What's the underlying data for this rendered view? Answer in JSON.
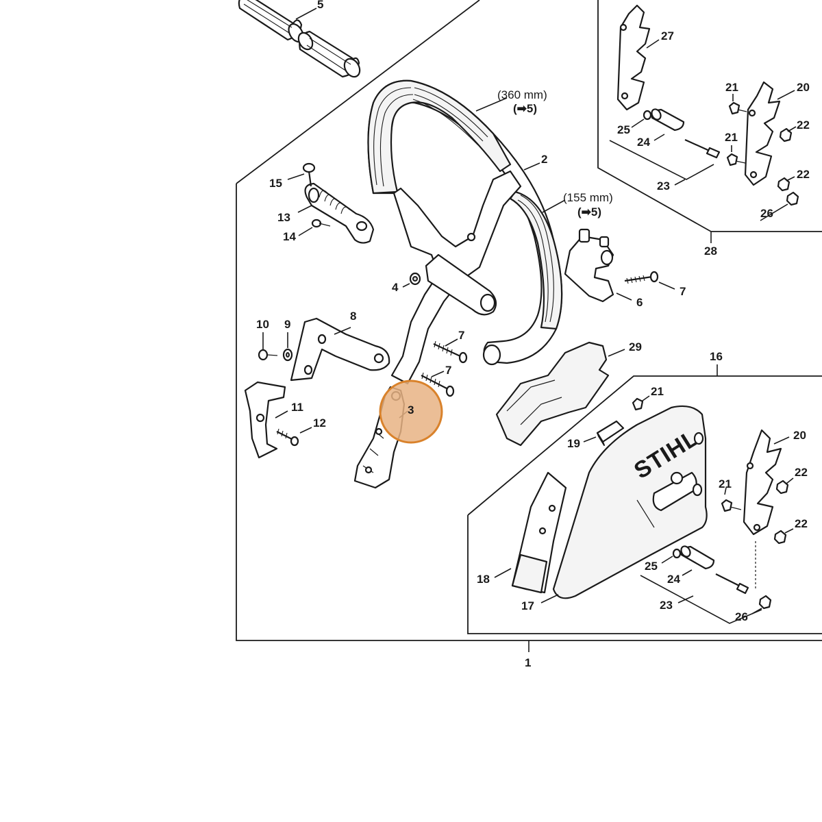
{
  "callouts": {
    "c1": "1",
    "c2": "2",
    "c3": "3",
    "c4": "4",
    "c5": "5",
    "c6": "6",
    "c7a": "7",
    "c7b": "7",
    "c7c": "7",
    "c8": "8",
    "c9": "9",
    "c10": "10",
    "c11": "11",
    "c12": "12",
    "c13": "13",
    "c14": "14",
    "c15": "15",
    "c16": "16",
    "c17": "17",
    "c18": "18",
    "c19": "19",
    "c20a": "20",
    "c20b": "20",
    "c21a": "21",
    "c21b": "21",
    "c21c": "21",
    "c21d": "21",
    "c22a": "22",
    "c22b": "22",
    "c22c": "22",
    "c22d": "22",
    "c23a": "23",
    "c23b": "23",
    "c24a": "24",
    "c24b": "24",
    "c25a": "25",
    "c25b": "25",
    "c26a": "26",
    "c26b": "26",
    "c27": "27",
    "c28": "28",
    "c29": "29"
  },
  "dimensions": {
    "long_length": "(360 mm)",
    "long_ref": "(➡5)",
    "short_length": "(155 mm)",
    "short_ref": "(➡5)"
  },
  "brand_text": "STIHL",
  "highlight": {
    "part": "3",
    "color": "#d9822b"
  }
}
